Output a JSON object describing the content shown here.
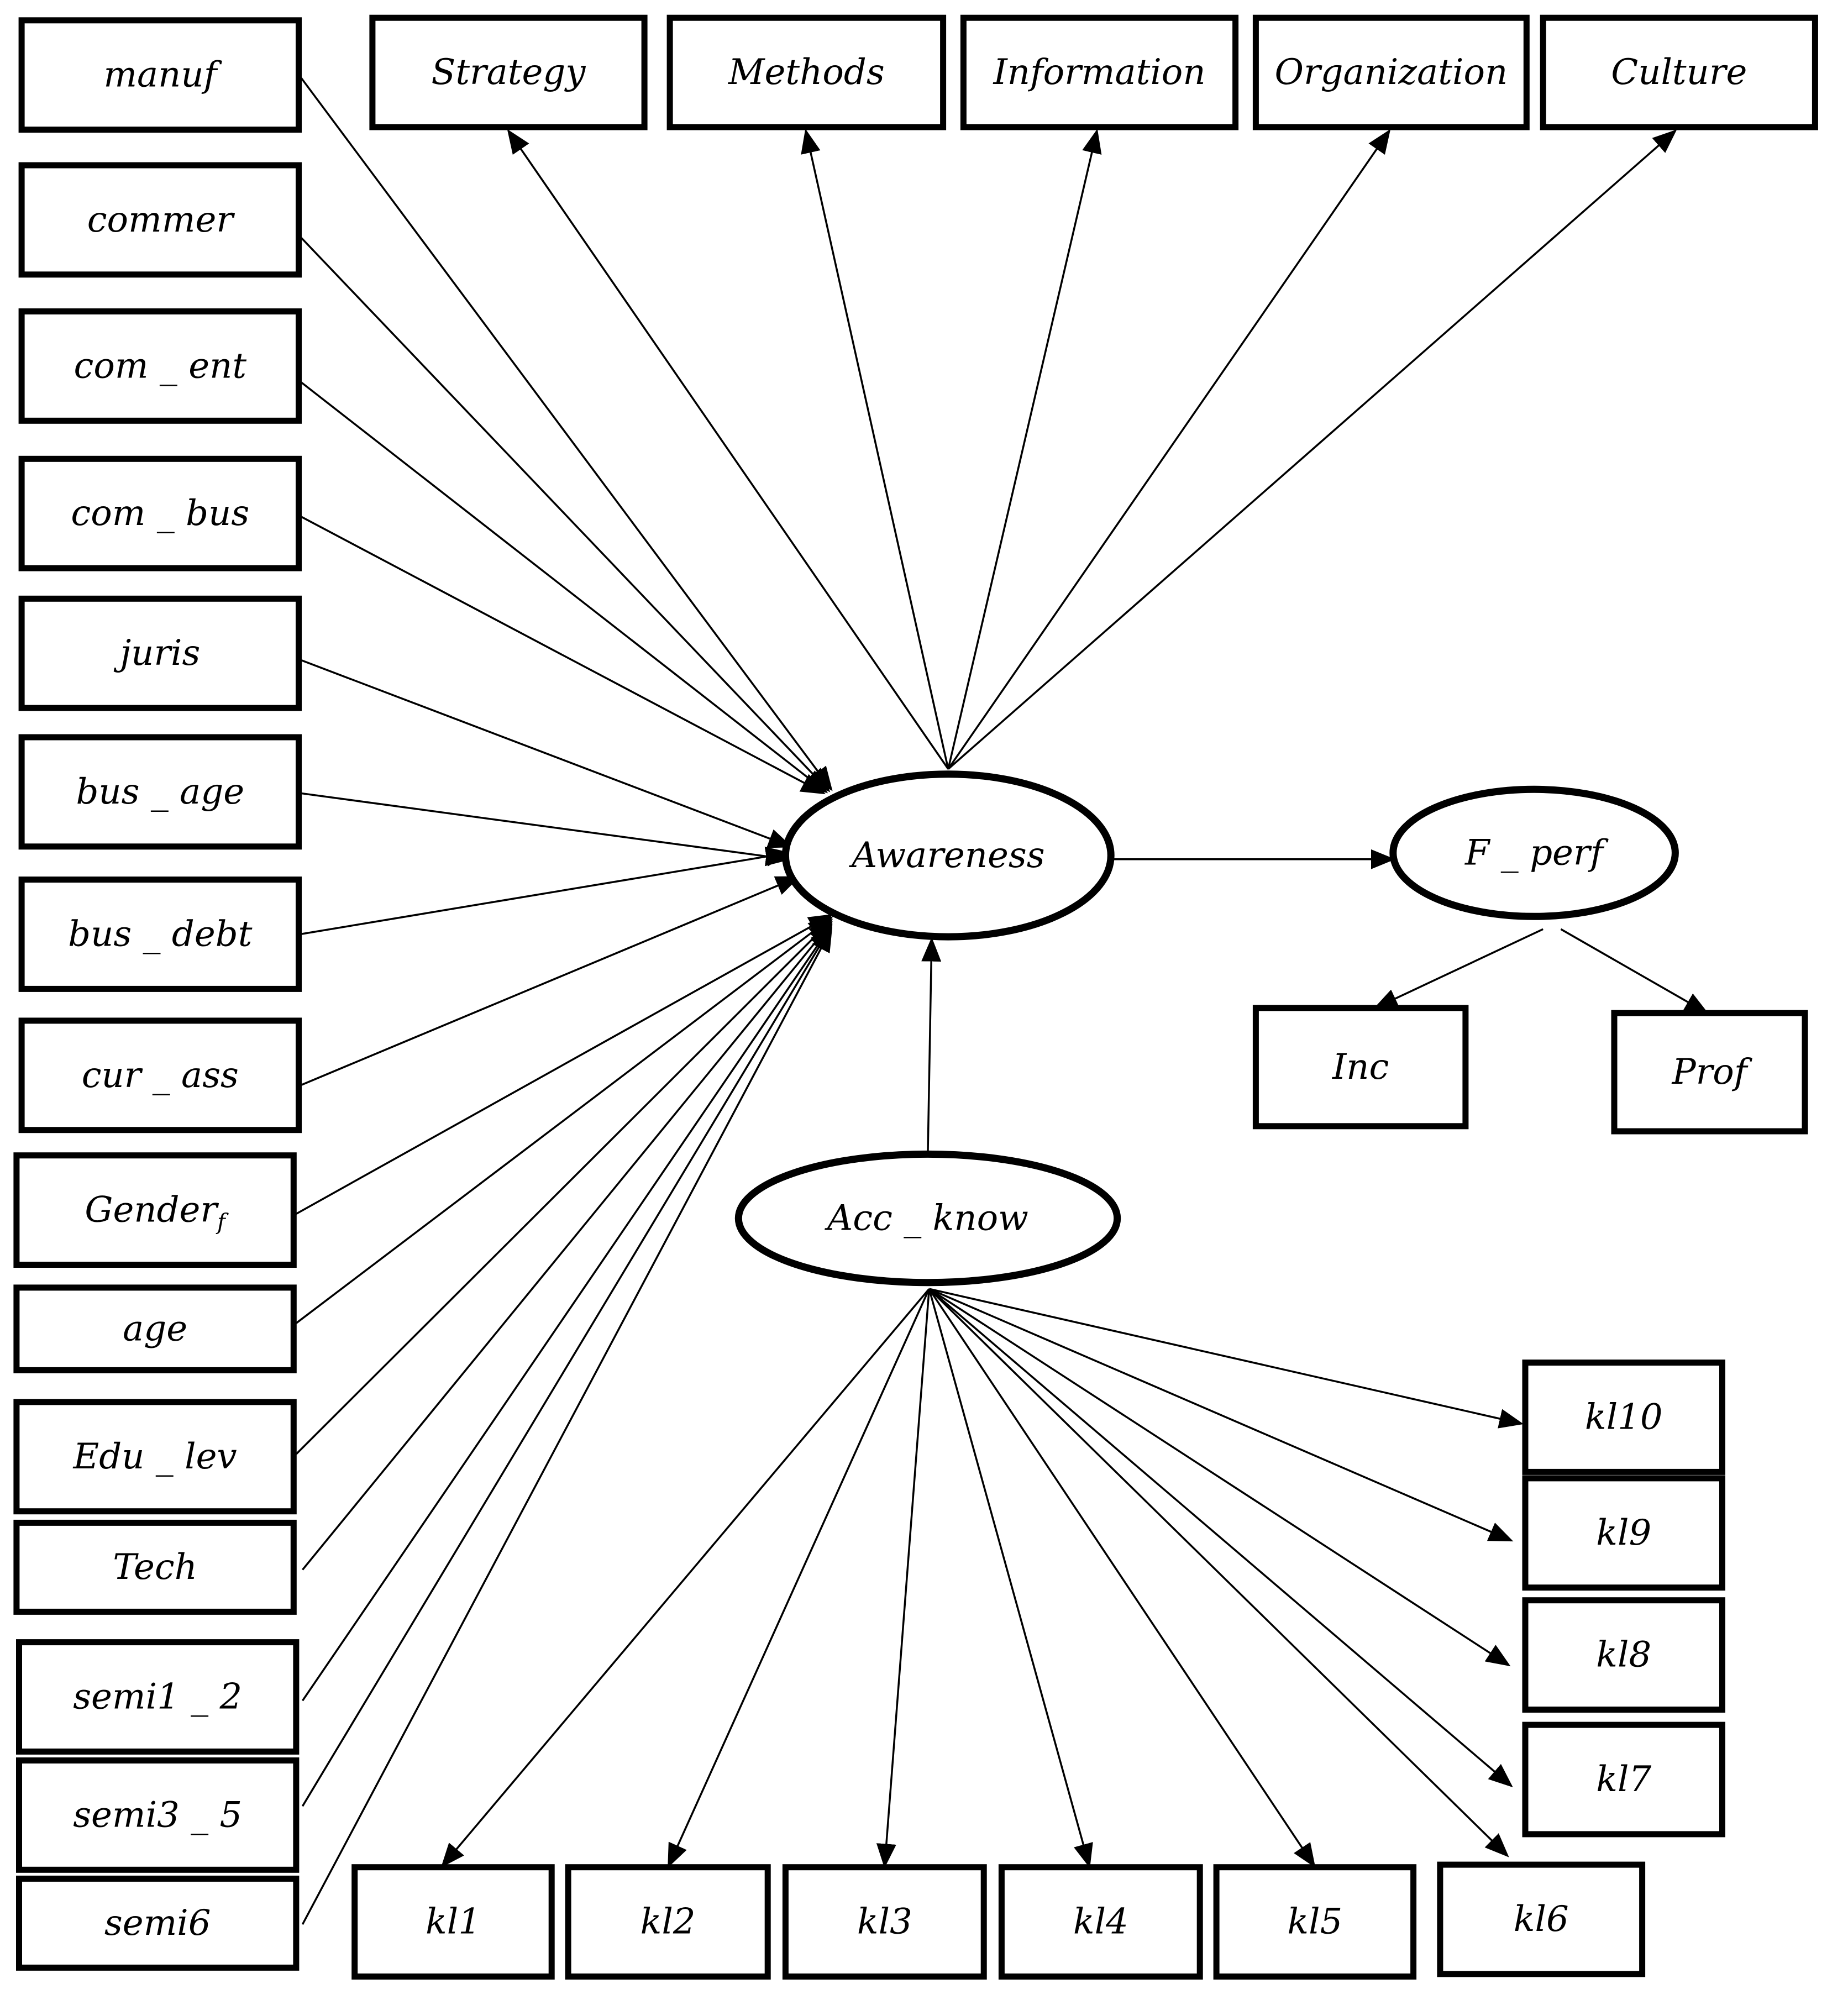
{
  "colors": {
    "stroke": "#000000",
    "fill": "#ffffff"
  },
  "nodes": {
    "manuf": {
      "shape": "box",
      "label": "manuf"
    },
    "commer": {
      "shape": "box",
      "label": "commer"
    },
    "com_ent": {
      "shape": "box",
      "label": "com _ ent"
    },
    "com_bus": {
      "shape": "box",
      "label": "com _ bus"
    },
    "juris": {
      "shape": "box",
      "label": "juris"
    },
    "bus_age": {
      "shape": "box",
      "label": "bus _ age"
    },
    "bus_debt": {
      "shape": "box",
      "label": "bus _ debt"
    },
    "cur_ass": {
      "shape": "box",
      "label": "cur _ ass"
    },
    "gender": {
      "shape": "box",
      "label": "Gender",
      "subscript": "f"
    },
    "age": {
      "shape": "box",
      "label": "age"
    },
    "edu_lev": {
      "shape": "box",
      "label": "Edu _ lev"
    },
    "tech": {
      "shape": "box",
      "label": "Tech"
    },
    "semi1_2": {
      "shape": "box",
      "label": "semi1 _ 2"
    },
    "semi3_5": {
      "shape": "box",
      "label": "semi3 _ 5"
    },
    "semi6": {
      "shape": "box",
      "label": "semi6"
    },
    "strategy": {
      "shape": "box",
      "label": "Strategy"
    },
    "methods": {
      "shape": "box",
      "label": "Methods"
    },
    "information": {
      "shape": "box",
      "label": "Information"
    },
    "organization": {
      "shape": "box",
      "label": "Organization"
    },
    "culture": {
      "shape": "box",
      "label": "Culture"
    },
    "awareness": {
      "shape": "ellipse",
      "label": "Awareness"
    },
    "f_perf": {
      "shape": "ellipse",
      "label": "F _ perf"
    },
    "inc": {
      "shape": "box",
      "label": "Inc"
    },
    "prof": {
      "shape": "box",
      "label": "Prof"
    },
    "acc_know": {
      "shape": "ellipse",
      "label": "Acc _ know"
    },
    "kl1": {
      "shape": "box",
      "label": "kl1"
    },
    "kl2": {
      "shape": "box",
      "label": "kl2"
    },
    "kl3": {
      "shape": "box",
      "label": "kl3"
    },
    "kl4": {
      "shape": "box",
      "label": "kl4"
    },
    "kl5": {
      "shape": "box",
      "label": "kl5"
    },
    "kl6": {
      "shape": "box",
      "label": "kl6"
    },
    "kl7": {
      "shape": "box",
      "label": "kl7"
    },
    "kl8": {
      "shape": "box",
      "label": "kl8"
    },
    "kl9": {
      "shape": "box",
      "label": "kl9"
    },
    "kl10": {
      "shape": "box",
      "label": "kl10"
    }
  },
  "edges": [
    {
      "from": "manuf",
      "to": "awareness"
    },
    {
      "from": "commer",
      "to": "awareness"
    },
    {
      "from": "com_ent",
      "to": "awareness"
    },
    {
      "from": "com_bus",
      "to": "awareness"
    },
    {
      "from": "juris",
      "to": "awareness"
    },
    {
      "from": "bus_age",
      "to": "awareness"
    },
    {
      "from": "bus_debt",
      "to": "awareness"
    },
    {
      "from": "cur_ass",
      "to": "awareness"
    },
    {
      "from": "gender",
      "to": "awareness"
    },
    {
      "from": "age",
      "to": "awareness"
    },
    {
      "from": "edu_lev",
      "to": "awareness"
    },
    {
      "from": "tech",
      "to": "awareness"
    },
    {
      "from": "semi1_2",
      "to": "awareness"
    },
    {
      "from": "semi3_5",
      "to": "awareness"
    },
    {
      "from": "semi6",
      "to": "awareness"
    },
    {
      "from": "awareness",
      "to": "strategy"
    },
    {
      "from": "awareness",
      "to": "methods"
    },
    {
      "from": "awareness",
      "to": "information"
    },
    {
      "from": "awareness",
      "to": "organization"
    },
    {
      "from": "awareness",
      "to": "culture"
    },
    {
      "from": "awareness",
      "to": "f_perf"
    },
    {
      "from": "f_perf",
      "to": "inc"
    },
    {
      "from": "f_perf",
      "to": "prof"
    },
    {
      "from": "acc_know",
      "to": "awareness"
    },
    {
      "from": "acc_know",
      "to": "kl1"
    },
    {
      "from": "acc_know",
      "to": "kl2"
    },
    {
      "from": "acc_know",
      "to": "kl3"
    },
    {
      "from": "acc_know",
      "to": "kl4"
    },
    {
      "from": "acc_know",
      "to": "kl5"
    },
    {
      "from": "acc_know",
      "to": "kl6"
    },
    {
      "from": "acc_know",
      "to": "kl7"
    },
    {
      "from": "acc_know",
      "to": "kl8"
    },
    {
      "from": "acc_know",
      "to": "kl9"
    },
    {
      "from": "acc_know",
      "to": "kl10"
    }
  ]
}
